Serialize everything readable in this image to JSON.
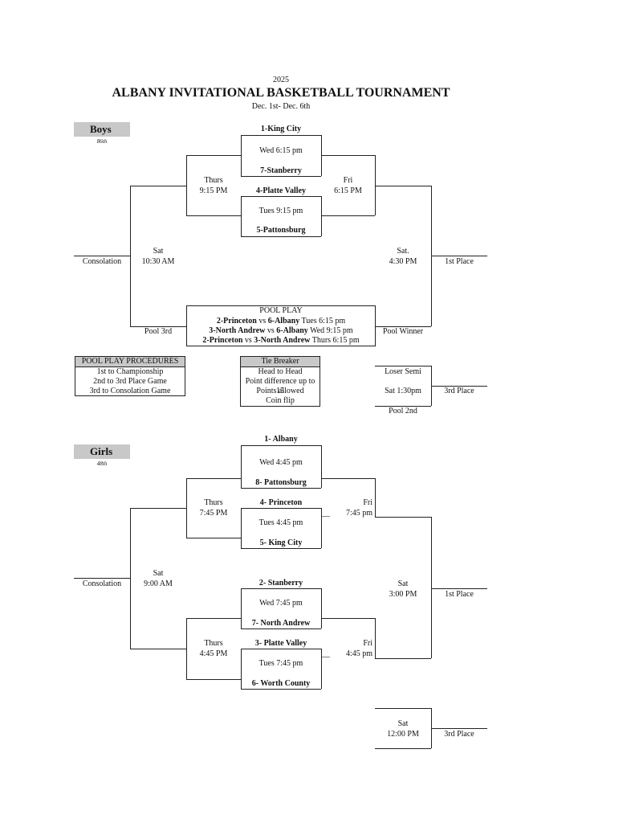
{
  "header": {
    "year": "2025",
    "title": "ALBANY INVITATIONAL BASKETBALL TOURNAMENT",
    "dates": "Dec. 1st- Dec. 6th"
  },
  "boys": {
    "label": "Boys",
    "note": "86th",
    "game1": {
      "team_top": "1-King City",
      "time": "Wed 6:15 pm",
      "team_bottom": "7-Stanberry"
    },
    "game2": {
      "team_top": "4-Platte Valley",
      "time": "Tues 9:15 pm",
      "team_bottom": "5-Pattonsburg"
    },
    "semi_left": {
      "day": "Thurs",
      "time": "9:15 PM"
    },
    "semi_right": {
      "day": "Fri",
      "time": "6:15 PM"
    },
    "consolation_game": {
      "day": "Sat",
      "time": "10:30 AM"
    },
    "championship_game": {
      "day": "Sat.",
      "time": "4:30 PM"
    },
    "consolation_label": "Consolation",
    "first_place_label": "1st Place",
    "pool_third_label": "Pool 3rd",
    "pool_winner_label": "Pool Winner",
    "pool_play": {
      "title": "POOL PLAY",
      "games": [
        {
          "a": "2-Princeton",
          "vs": " vs ",
          "b": "6-Albany",
          "time": " Tues 6:15 pm"
        },
        {
          "a": "3-North Andrew",
          "vs": " vs ",
          "b": "6-Albany",
          "time": " Wed 9:15 pm"
        },
        {
          "a": "2-Princeton",
          "vs": " vs ",
          "b": "3-North Andrew",
          "time": " Thurs 6:15 pm"
        }
      ]
    },
    "procedures": {
      "title": "POOL PLAY PROCEDURES",
      "items": [
        "1st to Championship",
        "2nd to 3rd Place Game",
        "3rd to Consolation Game"
      ]
    },
    "tie_breaker": {
      "title": "Tie Breaker",
      "items": [
        "Head to Head",
        "Point difference up to 15",
        "Points allowed",
        "Coin flip"
      ]
    },
    "third_place_game": {
      "top": "Loser Semi",
      "time": "Sat 1:30pm",
      "bottom": "Pool 2nd",
      "label": "3rd Place"
    }
  },
  "girls": {
    "label": "Girls",
    "note": "48th",
    "game1": {
      "team_top": "1- Albany",
      "time": "Wed 4:45 pm",
      "team_bottom": "8- Pattonsburg"
    },
    "game2": {
      "team_top": "4- Princeton",
      "time": "Tues 4:45 pm",
      "team_bottom": "5- King City"
    },
    "game3": {
      "team_top": "2- Stanberry",
      "time": "Wed 7:45 pm",
      "team_bottom": "7- North Andrew"
    },
    "game4": {
      "team_top": "3- Platte Valley",
      "time": "Tues 7:45 pm",
      "team_bottom": "6- Worth County"
    },
    "semi_top_left": {
      "day": "Thurs",
      "time": "7:45 PM"
    },
    "semi_top_right": {
      "day": "Fri",
      "time": "7:45 pm"
    },
    "semi_bottom_left": {
      "day": "Thurs",
      "time": "4:45 PM"
    },
    "semi_bottom_right": {
      "day": "Fri",
      "time": "4:45 pm"
    },
    "consolation_game": {
      "day": "Sat",
      "time": "9:00 AM"
    },
    "championship_game": {
      "day": "Sat",
      "time": "3:00 PM"
    },
    "consolation_label": "Consolation",
    "first_place_label": "1st Place",
    "third_place_game": {
      "day": "Sat",
      "time": "12:00 PM",
      "label": "3rd Place"
    },
    "dash": "__"
  }
}
